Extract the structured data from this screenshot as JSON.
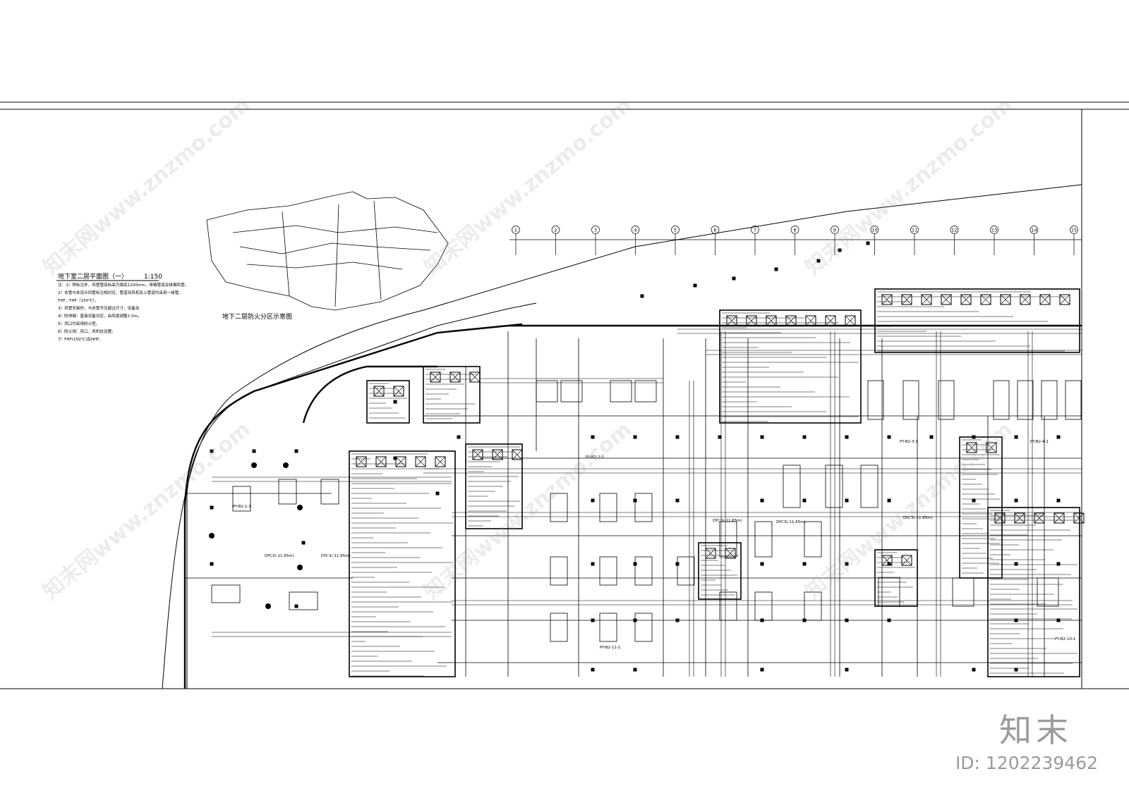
{
  "title_block": {
    "plan_title": "地下室二层平面图（一）",
    "scale": "1:150",
    "zone_diagram_title": "地下二层防火分区示意图",
    "notes": [
      "注：1）除标注外，风管管底标高为梁底1200mm，排烟管道及排烟风管。",
      "2）本管与本设计风管标注相对应，管道间风机及上管道均采用一级管。",
      "FHF，FHF（150℃）。",
      "3）风管安装时，与本管不应超过尺寸，设备及",
      "4）防排烟：直接设备对应，由风扇调整1.5m。",
      "5）风口均采用防火型。",
      "6）防火阀：风口，风机处设置。",
      "7）FHF(150℃)及HHF。"
    ]
  },
  "axis_grid": {
    "labels": [
      "1",
      "2",
      "3",
      "4",
      "5",
      "6",
      "7",
      "8",
      "9",
      "10",
      "11",
      "12",
      "13",
      "14",
      "15"
    ]
  },
  "tags": [
    {
      "text": "DYC3(-11.65m)"
    },
    {
      "text": "DYC3(-11.65m)"
    },
    {
      "text": "DYC3(-11.65m)"
    },
    {
      "text": "DYC3(-11.65m)"
    },
    {
      "text": "DYC3(-11.65m)"
    },
    {
      "text": "PY-B2-1-1"
    },
    {
      "text": "PY-B2-2-1"
    },
    {
      "text": "PY-B2-3-1"
    },
    {
      "text": "PY-B2-4-1"
    },
    {
      "text": "PY-B2-10-1"
    },
    {
      "text": "PY-B2-11-1"
    }
  ],
  "watermark": {
    "site": "知末网www.znzmo.com",
    "brand": "知末",
    "id": "ID: 1202239462"
  },
  "colors": {
    "line": "#000000",
    "watermark": "#9a9a9a",
    "background": "#ffffff"
  }
}
